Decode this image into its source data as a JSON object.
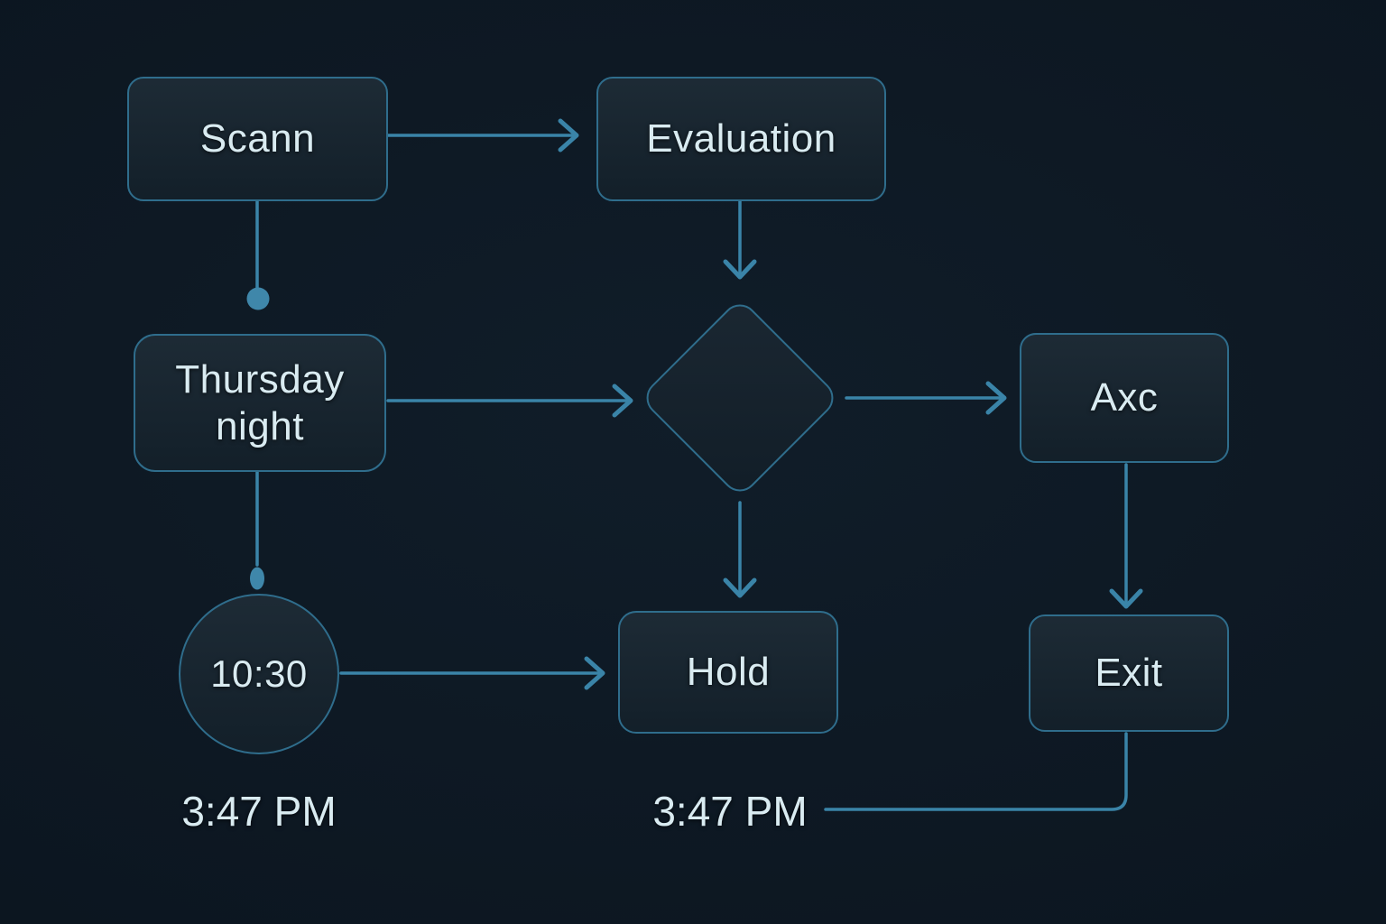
{
  "theme": {
    "bg-outer": "#0b141e",
    "bg-inner": "#101d29",
    "node-fill": "#15232e",
    "node-border": "#2f6d8c",
    "line": "#3a84a8",
    "dot": "#3f87aa",
    "text": "#d9ebf1"
  },
  "nodes": {
    "scann": {
      "label": "Scann",
      "shape": "rectangle"
    },
    "evaluation": {
      "label": "Evaluation",
      "shape": "rectangle"
    },
    "thursday_night": {
      "label": "Thursday night",
      "shape": "rectangle"
    },
    "decision": {
      "label": "",
      "shape": "diamond"
    },
    "axc": {
      "label": "Axc",
      "shape": "rectangle"
    },
    "clock": {
      "label": "10:30",
      "shape": "circle"
    },
    "hold": {
      "label": "Hold",
      "shape": "rectangle"
    },
    "exit": {
      "label": "Exit",
      "shape": "rectangle"
    }
  },
  "annotations": {
    "time_left": "3:47 PM",
    "time_center": "3:47 PM"
  },
  "edges": [
    {
      "from": "scann",
      "to": "evaluation",
      "terminal": "arrow"
    },
    {
      "from": "scann",
      "to": "thursday_night",
      "terminal": "dot"
    },
    {
      "from": "evaluation",
      "to": "decision",
      "terminal": "arrow"
    },
    {
      "from": "thursday_night",
      "to": "decision",
      "terminal": "arrow"
    },
    {
      "from": "decision",
      "to": "axc",
      "terminal": "arrow"
    },
    {
      "from": "decision",
      "to": "hold",
      "terminal": "arrow"
    },
    {
      "from": "thursday_night",
      "to": "clock",
      "terminal": "dot"
    },
    {
      "from": "clock",
      "to": "hold",
      "terminal": "arrow"
    },
    {
      "from": "axc",
      "to": "exit",
      "terminal": "arrow"
    },
    {
      "from": "exit",
      "to": "time_center",
      "terminal": "plain"
    }
  ]
}
